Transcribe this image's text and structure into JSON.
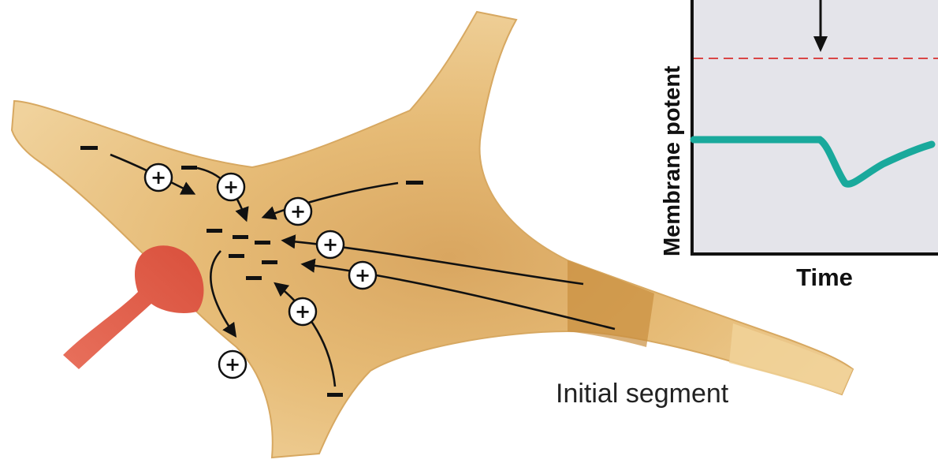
{
  "diagram": {
    "caption_initial_segment": "Initial segment",
    "plus_symbol": "+",
    "minus_symbol": "–"
  },
  "graph": {
    "ylabel": "Membrane potent",
    "xlabel": "Time"
  },
  "colors": {
    "neuron": "#e2b46a",
    "neuron_light": "#f1d39a",
    "neuron_dark": "#c98e3e",
    "presynaptic_terminal": "#e05a45",
    "graph_background": "#e4e4ea",
    "threshold_line": "#d94646",
    "trace": "#19a99c",
    "arrow": "#111111"
  },
  "chart_data": {
    "type": "line",
    "xlabel": "Time",
    "ylabel": "Membrane potent",
    "threshold_dashed": true,
    "trace_shape": "flat baseline, brief hyperpolarizing dip, partial recovery"
  }
}
